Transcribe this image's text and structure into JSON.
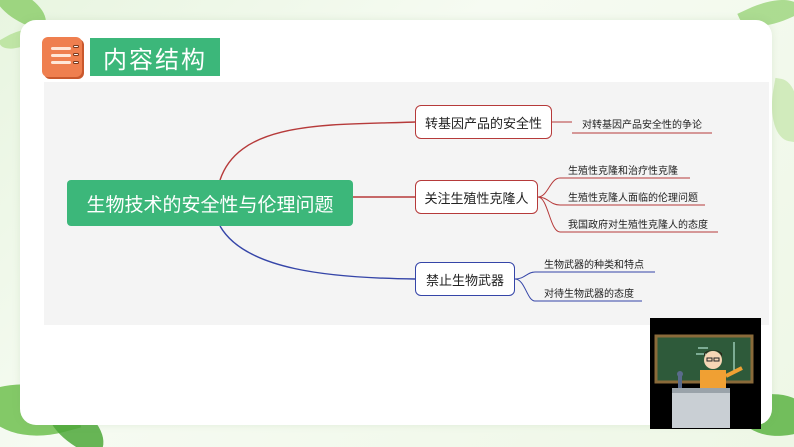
{
  "slide": {
    "title": "内容结构",
    "icon": "notebook-icon"
  },
  "diagram": {
    "center": "生物技术的安全性与伦理问题",
    "branches": [
      {
        "label": "转基因产品的安全性",
        "children": [
          "对转基因产品安全性的争论"
        ]
      },
      {
        "label": "关注生殖性克隆人",
        "children": [
          "生殖性克隆和治疗性克隆",
          "生殖性克隆人面临的伦理问题",
          "我国政府对生殖性克隆人的态度"
        ]
      },
      {
        "label": "禁止生物武器",
        "children": [
          "生物武器的种类和特点",
          "对待生物武器的态度"
        ]
      }
    ],
    "colors": {
      "center_fill": "#3cb77a",
      "branch_red": "#b63a3a",
      "branch_blue": "#3545a8"
    }
  },
  "illustration": "teacher-at-blackboard-icon"
}
